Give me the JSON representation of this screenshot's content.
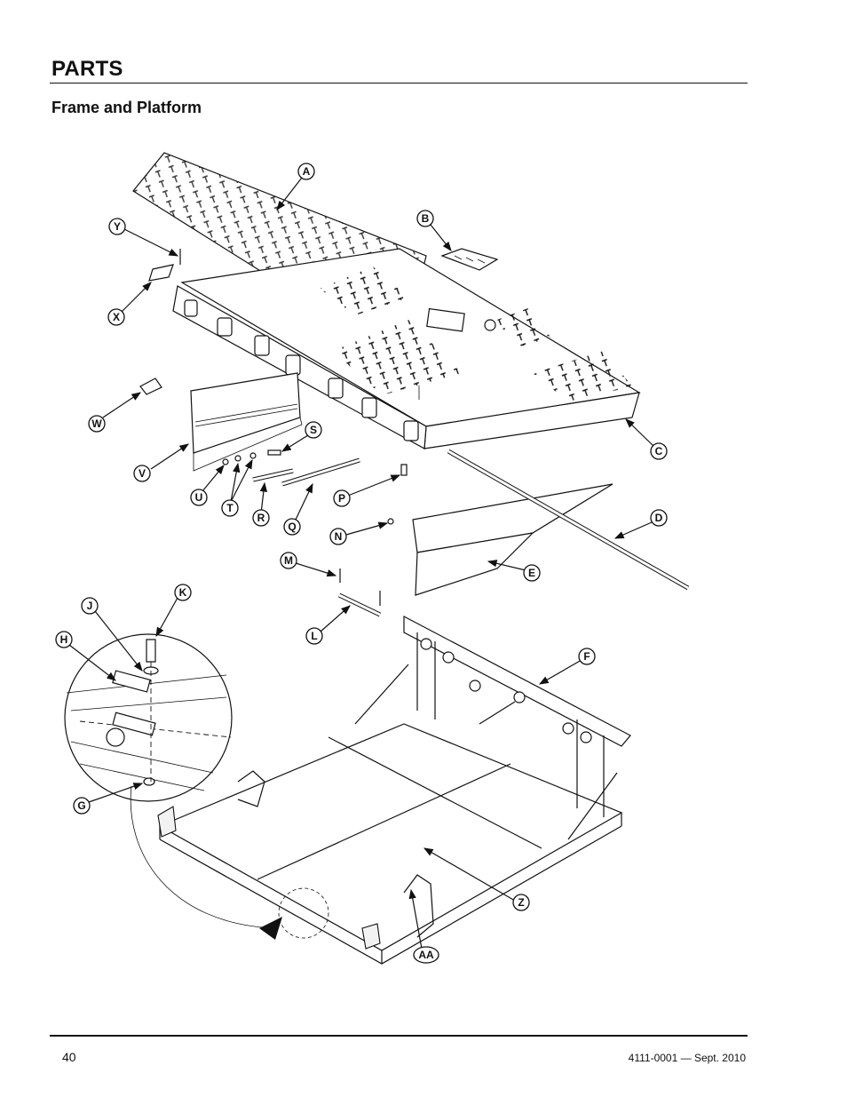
{
  "header": {
    "title": "PARTS",
    "subtitle": "Frame and Platform"
  },
  "diagram": {
    "callouts": [
      "A",
      "B",
      "C",
      "D",
      "E",
      "F",
      "G",
      "H",
      "J",
      "K",
      "L",
      "M",
      "N",
      "P",
      "Q",
      "R",
      "S",
      "T",
      "U",
      "V",
      "W",
      "X",
      "Y",
      "Z",
      "AA"
    ]
  },
  "footer": {
    "page_number": "40",
    "doc_id": "4111-0001 — Sept. 2010"
  }
}
